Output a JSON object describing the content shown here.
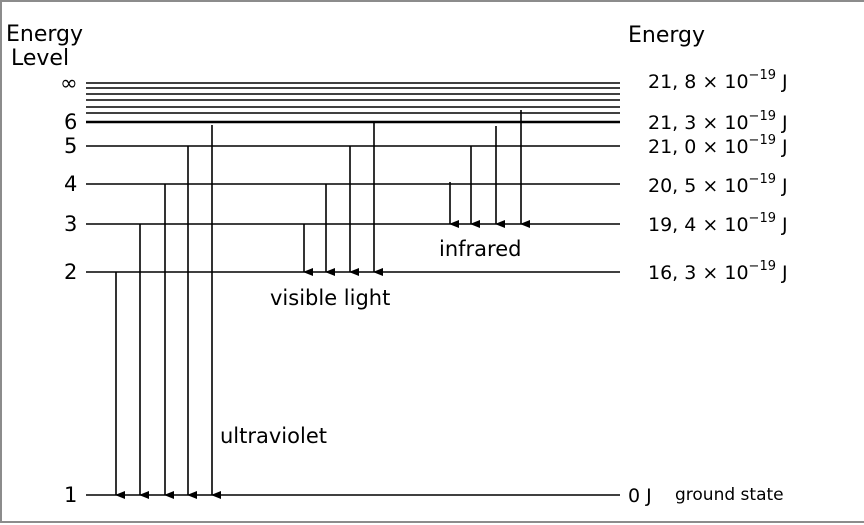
{
  "header": {
    "left_line1": "Energy",
    "left_line2": "Level",
    "right": "Energy"
  },
  "levels": [
    {
      "n": "∞",
      "mantissa": "21, 8",
      "exp": "−19",
      "unit": "J"
    },
    {
      "n": "6",
      "mantissa": "21, 3",
      "exp": "−19",
      "unit": "J"
    },
    {
      "n": "5",
      "mantissa": "21, 0",
      "exp": "−19",
      "unit": "J"
    },
    {
      "n": "4",
      "mantissa": "20, 5",
      "exp": "−19",
      "unit": "J"
    },
    {
      "n": "3",
      "mantissa": "19, 4",
      "exp": "−19",
      "unit": "J"
    },
    {
      "n": "2",
      "mantissa": "16, 3",
      "exp": "−19",
      "unit": "J"
    },
    {
      "n": "1",
      "value": "0 J",
      "note": "ground state"
    }
  ],
  "times": "× 10",
  "series_labels": {
    "ultraviolet": "ultraviolet",
    "visible": "visible light",
    "infrared": "infrared"
  }
}
